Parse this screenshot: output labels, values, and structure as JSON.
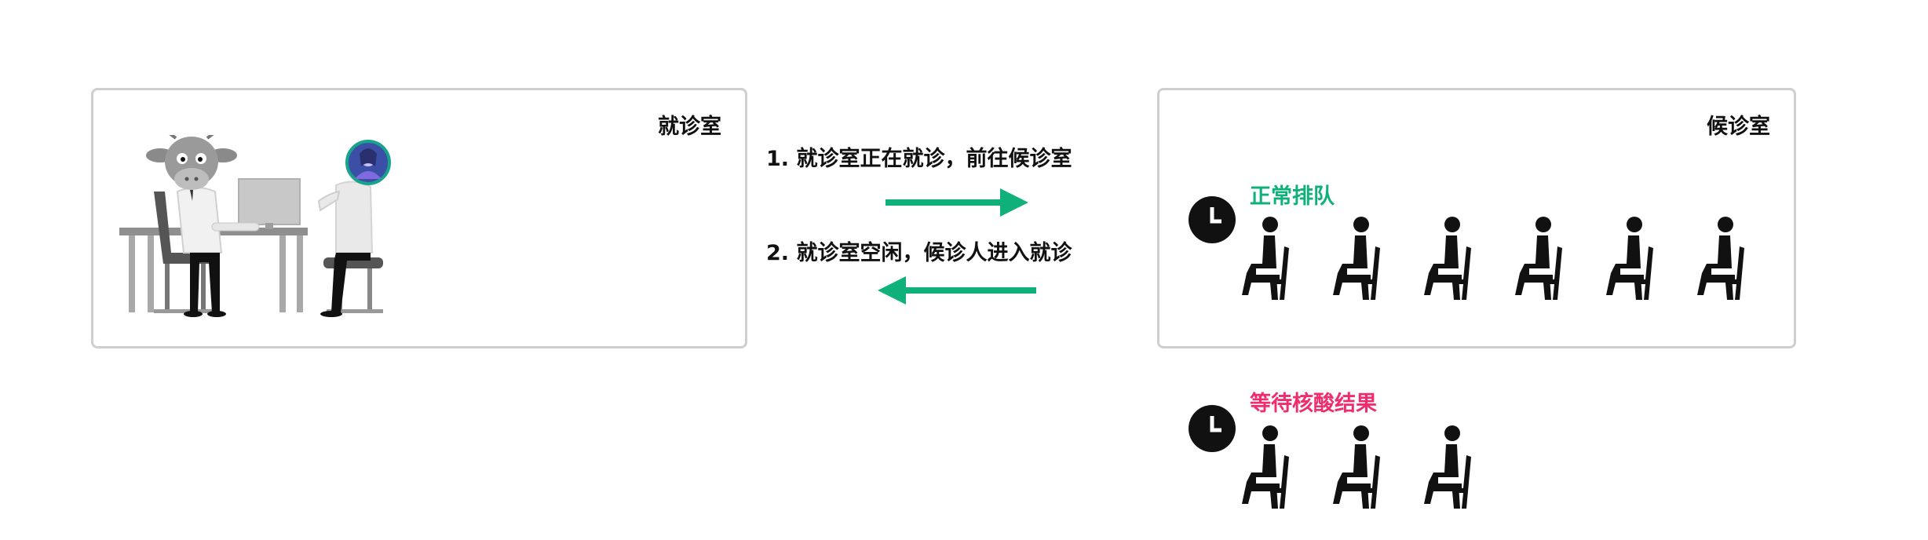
{
  "consult_room": {
    "title": "就诊室"
  },
  "waiting_room": {
    "title": "候诊室"
  },
  "steps": [
    {
      "text": "1. 就诊室正在就诊，前往候诊室"
    },
    {
      "text": "2. 就诊室空闲，候诊人进入就诊"
    }
  ],
  "queues": {
    "normal": {
      "label": "正常排队",
      "count": 6,
      "color": "#10b07a"
    },
    "waiting_test": {
      "label": "等待核酸结果",
      "count": 3,
      "color": "#ef2d6d"
    }
  },
  "colors": {
    "arrow": "#10b07a",
    "text": "#111111",
    "border": "#cfcfcf"
  }
}
